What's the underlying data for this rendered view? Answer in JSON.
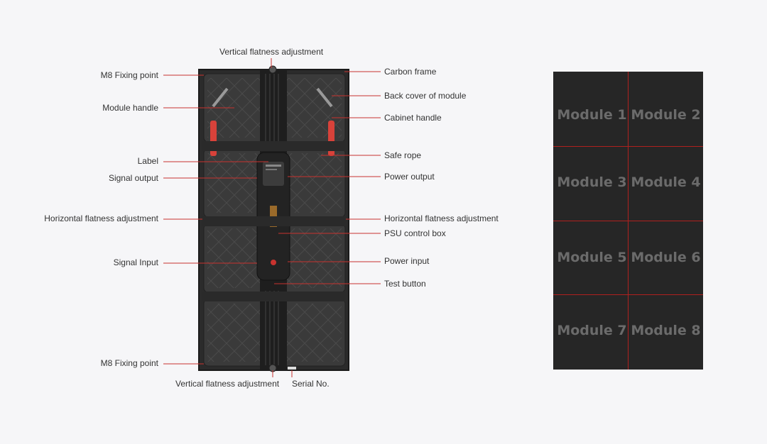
{
  "diagram": {
    "labels_left": {
      "m8_top": "M8 Fixing point",
      "module_handle": "Module handle",
      "label": "Label",
      "signal_output": "Signal output",
      "horizontal_left": "Horizontal flatness adjustment",
      "signal_input": "Signal Input",
      "m8_bottom": "M8 Fixing point"
    },
    "labels_right": {
      "carbon_frame": "Carbon frame",
      "back_cover": "Back cover of module",
      "cabinet_handle": "Cabinet handle",
      "safe_rope": "Safe rope",
      "power_output": "Power output",
      "horizontal_right": "Horizontal flatness adjustment",
      "psu": "PSU control box",
      "power_input": "Power input",
      "test_button": "Test button"
    },
    "labels_other": {
      "vertical_top": "Vertical flatness adjustment",
      "vertical_bottom": "Vertical flatness adjustment",
      "serial": "Serial No."
    },
    "leader_color": "#c8332f"
  },
  "modules": {
    "items": [
      "Module 1",
      "Module 2",
      "Module 3",
      "Module 4",
      "Module 5",
      "Module 6",
      "Module 7",
      "Module 8"
    ],
    "panel_color": "#262626",
    "divider_color": "#b0201e",
    "text_color": "#6b6b6b"
  }
}
